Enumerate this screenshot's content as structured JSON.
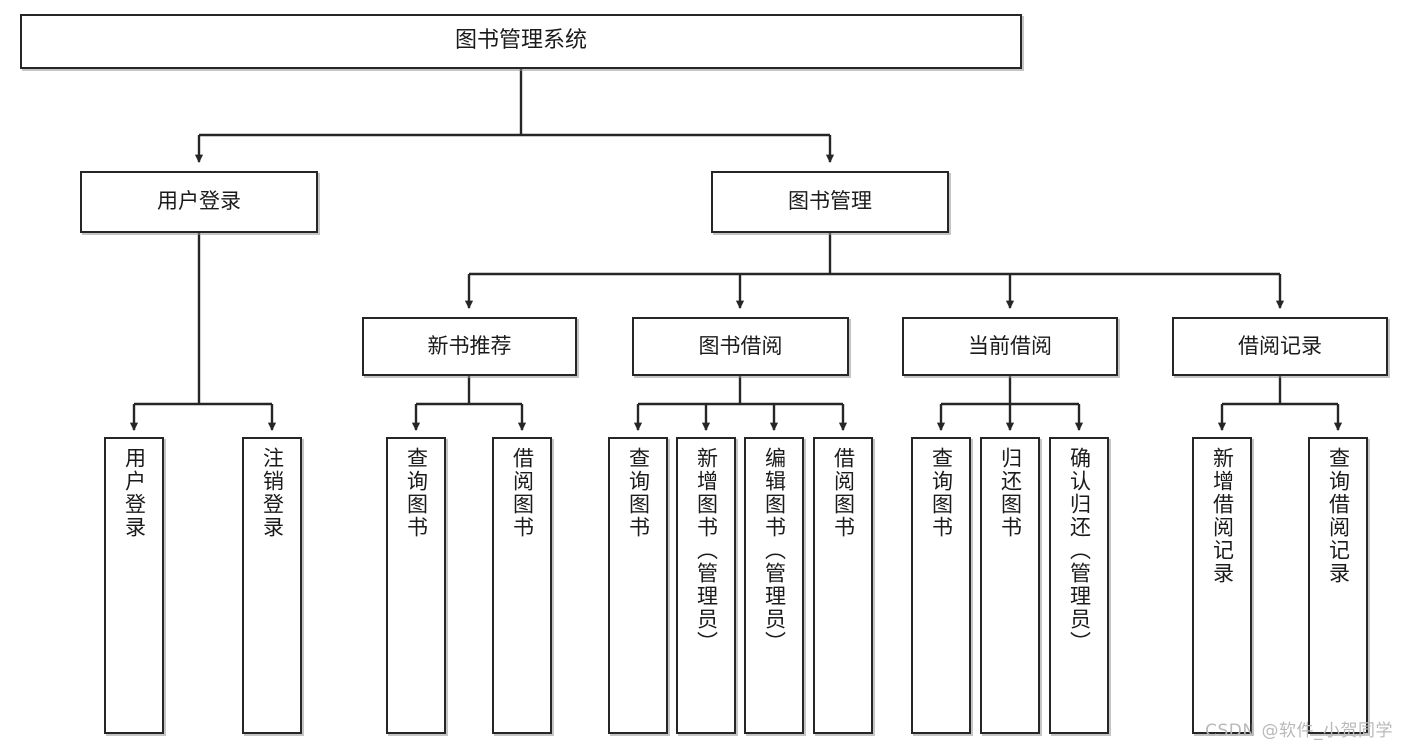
{
  "diagram": {
    "title": "图书管理系统",
    "type": "tree-hierarchy-chart",
    "watermark": "CSDN @软件_小贺同学",
    "colors": {
      "node_border": "#262626",
      "node_fill": "#ffffff",
      "edge": "#262626",
      "text": "#1b1b1b",
      "watermark": "#b9b9b9",
      "background": "#ffffff"
    }
  },
  "nodes": {
    "root": {
      "label": "图书管理系统"
    },
    "level2": [
      {
        "id": "user-login",
        "label": "用户登录"
      },
      {
        "id": "book-management",
        "label": "图书管理"
      }
    ],
    "level3": [
      {
        "id": "new-book-recommend",
        "label": "新书推荐"
      },
      {
        "id": "book-borrow",
        "label": "图书借阅"
      },
      {
        "id": "current-borrow",
        "label": "当前借阅"
      },
      {
        "id": "borrow-record",
        "label": "借阅记录"
      }
    ],
    "leaves": {
      "user-login": [
        {
          "id": "leaf-user-login",
          "label": "用户登录"
        },
        {
          "id": "leaf-logout-login",
          "label": "注销登录"
        }
      ],
      "new-book-recommend": [
        {
          "id": "leaf-query-book-1",
          "label": "查询图书"
        },
        {
          "id": "leaf-borrow-book-1",
          "label": "借阅图书"
        }
      ],
      "book-borrow": [
        {
          "id": "leaf-query-book-2",
          "label": "查询图书"
        },
        {
          "id": "leaf-add-book",
          "label": "新增图书（管理员）"
        },
        {
          "id": "leaf-edit-book",
          "label": "编辑图书（管理员）"
        },
        {
          "id": "leaf-borrow-book-2",
          "label": "借阅图书"
        }
      ],
      "current-borrow": [
        {
          "id": "leaf-query-book-3",
          "label": "查询图书"
        },
        {
          "id": "leaf-return-book",
          "label": "归还图书"
        },
        {
          "id": "leaf-confirm-return",
          "label": "确认归还（管理员）"
        }
      ],
      "borrow-record": [
        {
          "id": "leaf-add-borrow-record",
          "label": "新增借阅记录"
        },
        {
          "id": "leaf-query-borrow-record",
          "label": "查询借阅记录"
        }
      ]
    }
  }
}
